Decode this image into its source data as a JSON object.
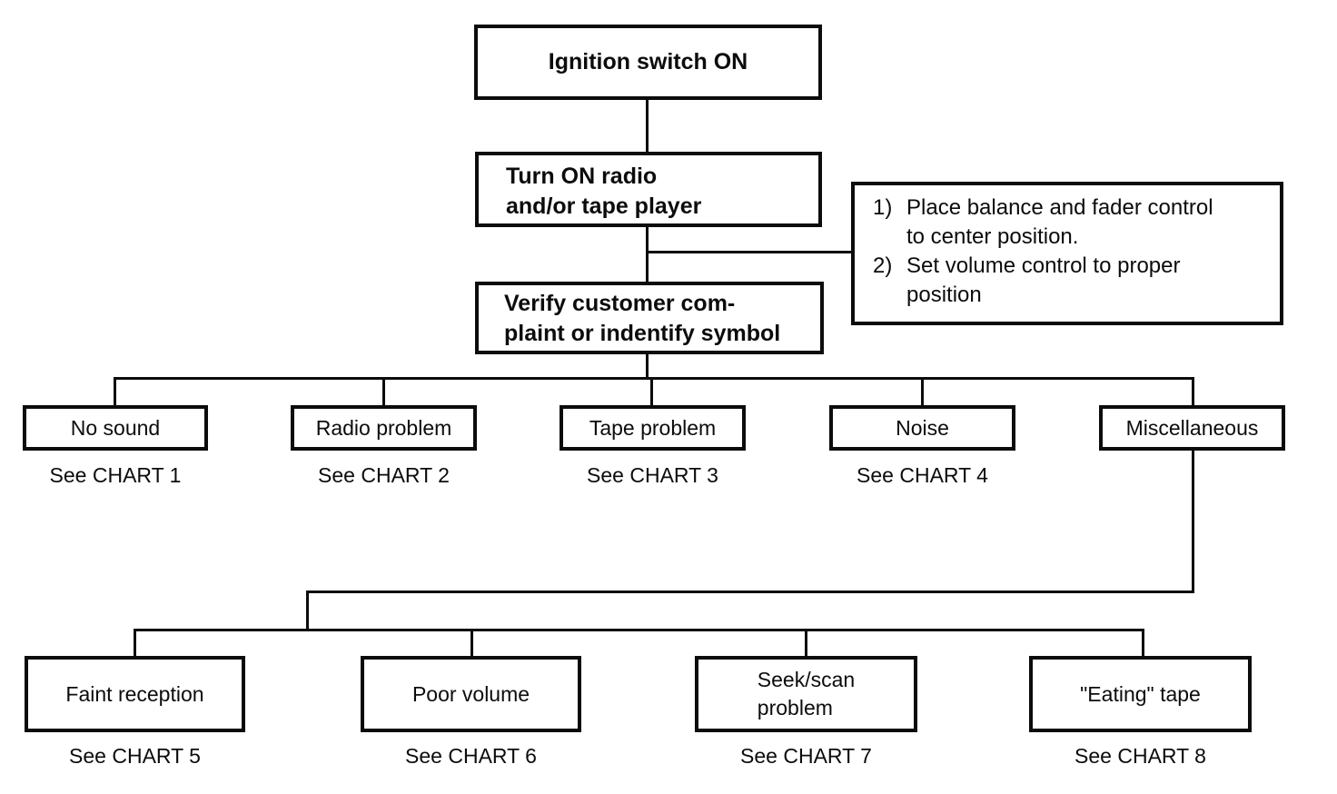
{
  "colors": {
    "ink": "#0c0c0c",
    "paper": "#ffffff"
  },
  "nodes": {
    "ignition": {
      "label": "Ignition switch ON"
    },
    "turn_on": {
      "label": "Turn ON radio\nand/or tape player"
    },
    "note": {
      "items": [
        {
          "num": "1)",
          "text": "Place balance and fader control to center position."
        },
        {
          "num": "2)",
          "text": "Set volume control to proper position"
        }
      ]
    },
    "verify": {
      "label": "Verify customer com-\nplaint or indentify symbol"
    },
    "row1": [
      {
        "label": "No sound",
        "ref": "See CHART 1"
      },
      {
        "label": "Radio problem",
        "ref": "See CHART 2"
      },
      {
        "label": "Tape problem",
        "ref": "See CHART 3"
      },
      {
        "label": "Noise",
        "ref": "See CHART 4"
      },
      {
        "label": "Miscellaneous"
      }
    ],
    "row2": [
      {
        "label": "Faint reception",
        "ref": "See CHART 5"
      },
      {
        "label": "Poor volume",
        "ref": "See CHART 6"
      },
      {
        "label": "Seek/scan\nproblem",
        "ref": "See CHART 7"
      },
      {
        "label": "\"Eating\" tape",
        "ref": "See CHART 8"
      }
    ]
  }
}
